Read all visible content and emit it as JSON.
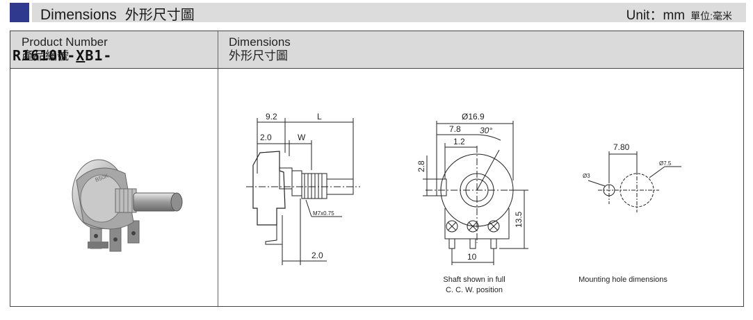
{
  "header": {
    "title": "Dimensions",
    "title_cn": "外形尺寸圖",
    "unit": "Unit：mm",
    "unit_cn": "單位:毫米"
  },
  "table": {
    "col1_header_en": "Product Number",
    "col1_header_cn": "產品編號",
    "col2_header_en": "Dimensions",
    "col2_header_cn": "外形尺寸圖"
  },
  "product": {
    "number_prefix": "R1610N-",
    "number_var": "X",
    "number_suffix": "B1-",
    "photo_label": "B50K"
  },
  "side_view": {
    "dim_92": "9.2",
    "dim_L": "L",
    "dim_20_top": "2.0",
    "dim_W": "W",
    "thread": "M7x0.75",
    "dim_20_bottom": "2.0"
  },
  "front_view": {
    "dia": "Ø16.9",
    "dim_78": "7.8",
    "angle": "30°",
    "dim_12": "1.2",
    "dim_28": "2.8",
    "dim_135": "13.5",
    "dim_10": "10"
  },
  "mounting": {
    "dim_780": "7.80",
    "dia_75": "Ø7.5",
    "dia_3": "Ø3"
  },
  "captions": {
    "shaft_line1": "Shaft shown in full",
    "shaft_line2": "C. C. W. position",
    "mounting": "Mounting hole dimensions"
  },
  "colors": {
    "accent": "#2f3a8f",
    "header_bg": "#dcdcdc",
    "table_header_bg": "#dadada"
  }
}
